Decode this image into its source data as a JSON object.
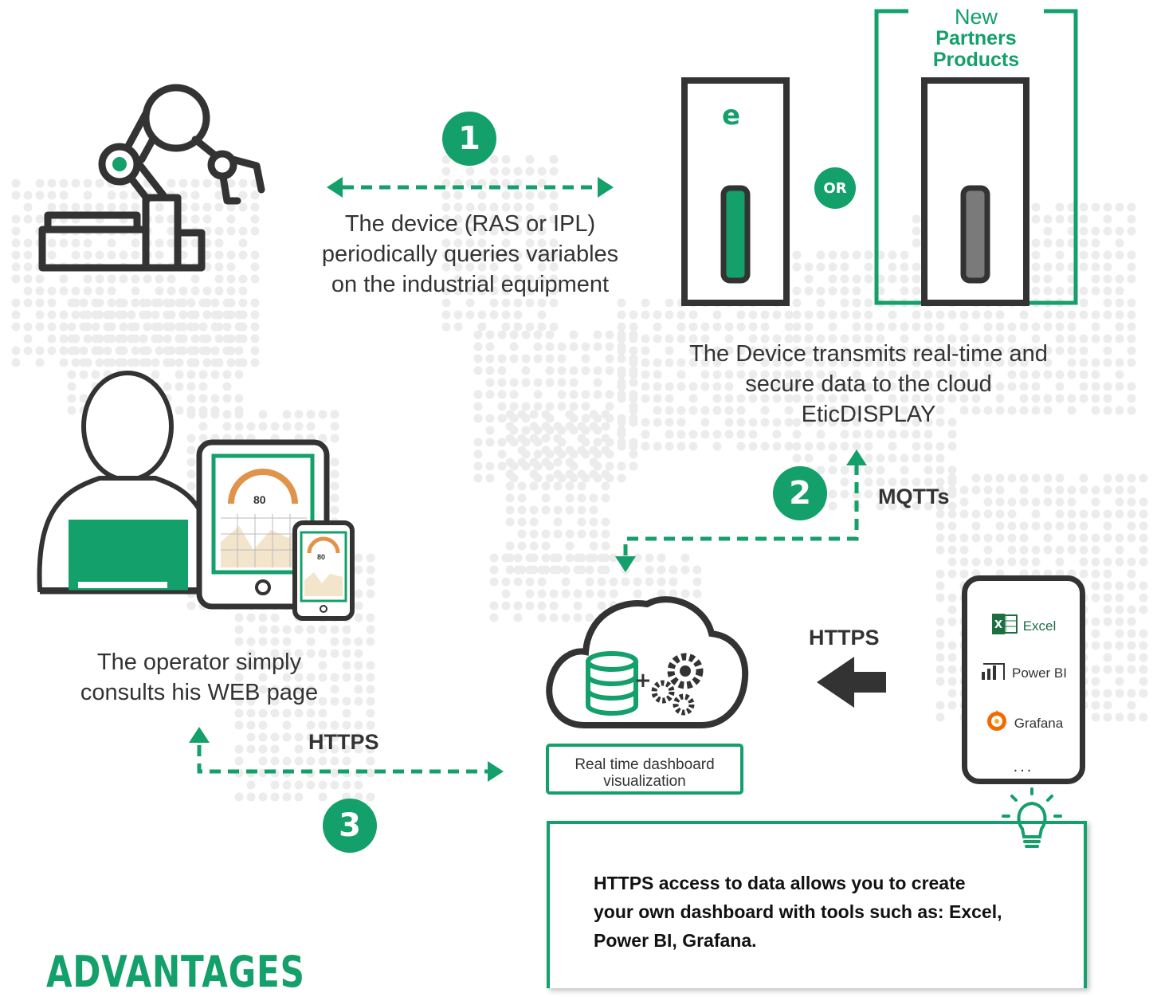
{
  "step1": {
    "badge": "1",
    "text": "The device (RAS or IPL) periodically queries variables on the industrial equipment"
  },
  "step2": {
    "badge": "2",
    "text": "The Device transmits real-time and secure data to the cloud EticDISPLAY",
    "protocol": "MQTTs"
  },
  "step3": {
    "badge": "3",
    "text": "The operator simply consults his WEB page",
    "protocol": "HTTPS"
  },
  "or_label": "OR",
  "new_partners": {
    "line1": "New",
    "line2": "Partners",
    "line3": "Products"
  },
  "device_logo": "e",
  "tablet_gauge": "80",
  "phone_gauge": "80",
  "dashboard_label": "Real time dashboard visualization",
  "https_tools_label": "HTTPS",
  "tools": [
    {
      "name": "Excel",
      "icon": "excel-icon"
    },
    {
      "name": "Power BI",
      "icon": "powerbi-icon"
    },
    {
      "name": "Grafana",
      "icon": "grafana-icon"
    }
  ],
  "tools_more": "...",
  "info_text": "HTTPS access to data allows you to create your own dashboard with tools such as: Excel, Power BI, Grafana.",
  "advantages_title": "ADVANTAGES",
  "colors": {
    "accent": "#13a06a",
    "dark": "#333333",
    "map": "#eeeeee",
    "gauge": "#e0944a"
  }
}
